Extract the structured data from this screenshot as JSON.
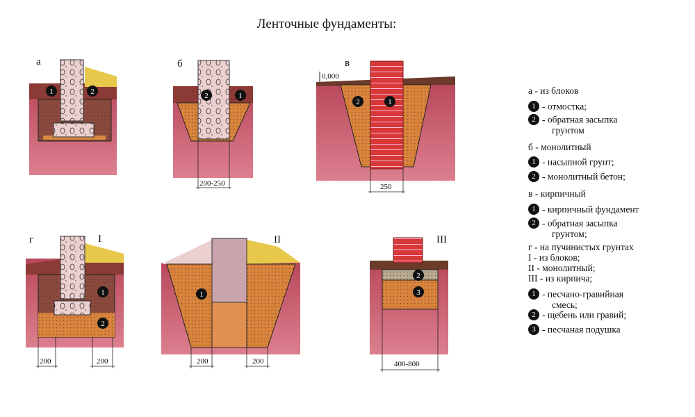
{
  "title": "Ленточные фундаменты:",
  "diagrams": {
    "a": {
      "label": "а",
      "markers": [
        "1",
        "2"
      ]
    },
    "b": {
      "label": "б",
      "markers": [
        "2",
        "1"
      ],
      "dimension": "200-250"
    },
    "v": {
      "label": "в",
      "level": "0,000",
      "markers": [
        "2",
        "1"
      ],
      "dimension": "250"
    },
    "g1": {
      "label": "г",
      "roman": "I",
      "markers": [
        "1",
        "2"
      ],
      "dimensions": [
        "200",
        "200"
      ]
    },
    "g2": {
      "roman": "II",
      "markers": [
        "1"
      ],
      "dimensions": [
        "200",
        "200"
      ]
    },
    "g3": {
      "roman": "III",
      "markers": [
        "2",
        "3"
      ],
      "dimension": "400-800"
    }
  },
  "legend": {
    "a_title": "а - из блоков",
    "a_items": [
      {
        "num": "1",
        "text": "- отмостка;"
      },
      {
        "num": "2",
        "text": "- обратная засыпка",
        "cont": "грунтом"
      }
    ],
    "b_title": "б - монолитный",
    "b_items": [
      {
        "num": "1",
        "text": "- насыпной грунт;"
      },
      {
        "num": "2",
        "text": "- монолитный бетон;"
      }
    ],
    "v_title": "в - кирпичный",
    "v_items": [
      {
        "num": "1",
        "text": "- кирпичный фундамент"
      },
      {
        "num": "2",
        "text": "- обратная засыпка",
        "cont": "грунтом;"
      }
    ],
    "g_title": "г - на пучинистых грунтах",
    "g_sub": [
      "I - из блоков;",
      "II - монолитный;",
      "III - из кирпича;"
    ],
    "g_items": [
      {
        "num": "1",
        "text": "- песчано-гравийная",
        "cont": "смесь;"
      },
      {
        "num": "2",
        "text": "- щебень или гравий;"
      },
      {
        "num": "3",
        "text": "- песчаная подушка"
      }
    ]
  }
}
